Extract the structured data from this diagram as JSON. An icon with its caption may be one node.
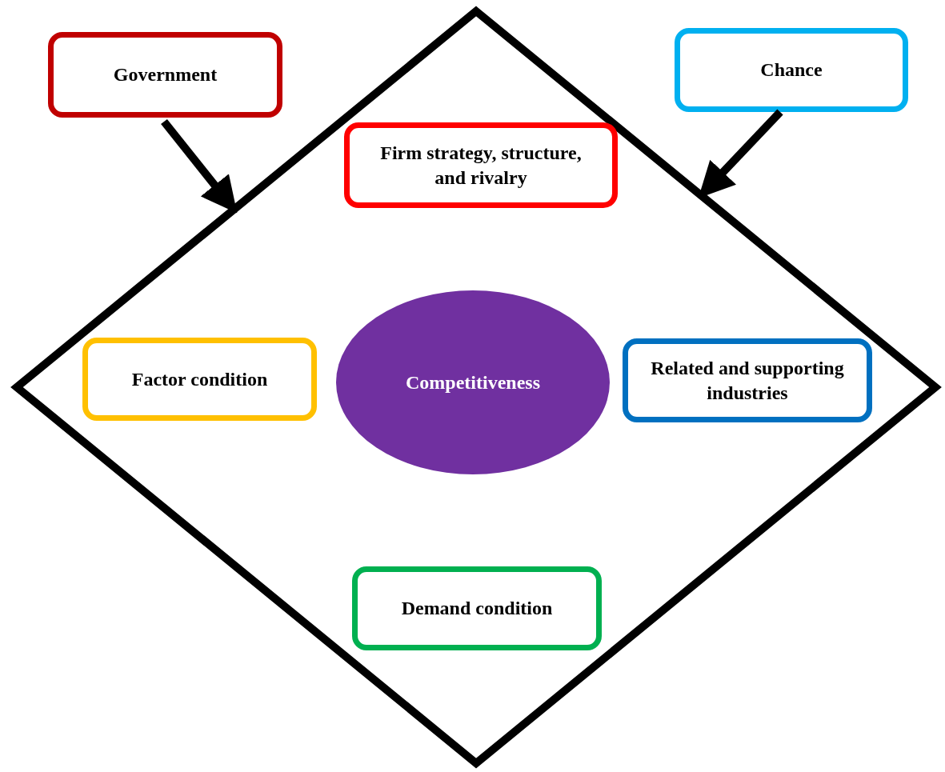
{
  "diagram": {
    "nodes": [
      {
        "text": [
          "Government"
        ]
      },
      {
        "text": [
          "Chance"
        ]
      },
      {
        "text": [],
        "shape": "diamond"
      },
      {
        "text": [
          "Firm strategy, structure, and rivalry"
        ],
        "in": 2
      },
      {
        "text": [
          "Factor condition"
        ],
        "in": 2
      },
      {
        "text": [
          "Competitiveness"
        ],
        "in": 2
      },
      {
        "text": [
          "Related and supporting industries"
        ],
        "in": 2
      },
      {
        "text": [
          "Demand condition"
        ],
        "in": 2
      }
    ],
    "edges": [
      {
        "from": 0,
        "to": 2,
        "arrow": "to"
      },
      {
        "from": 1,
        "to": 2,
        "arrow": "to"
      }
    ]
  }
}
